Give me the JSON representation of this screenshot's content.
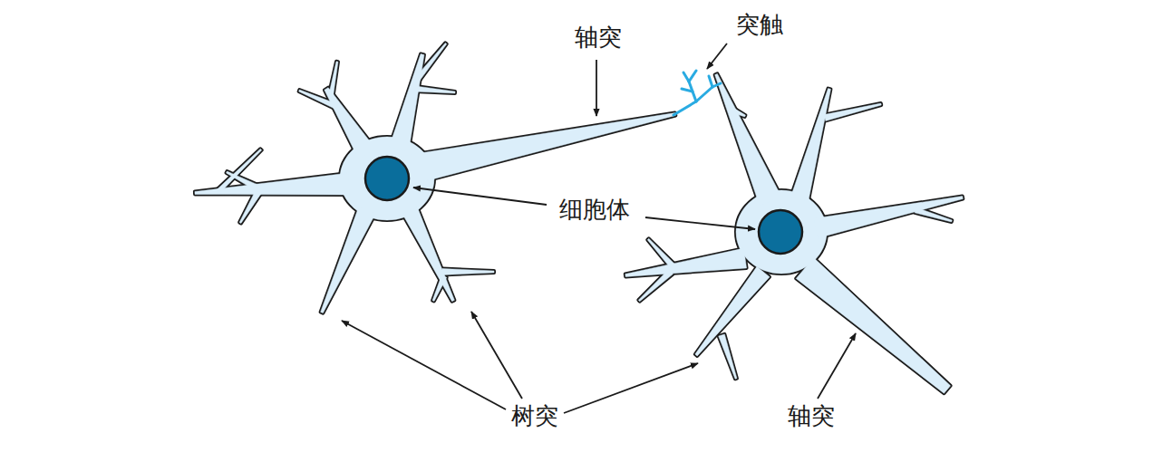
{
  "diagram": {
    "labels": [
      "轴突",
      "突触",
      "细胞体",
      "树突",
      "轴突"
    ]
  }
}
